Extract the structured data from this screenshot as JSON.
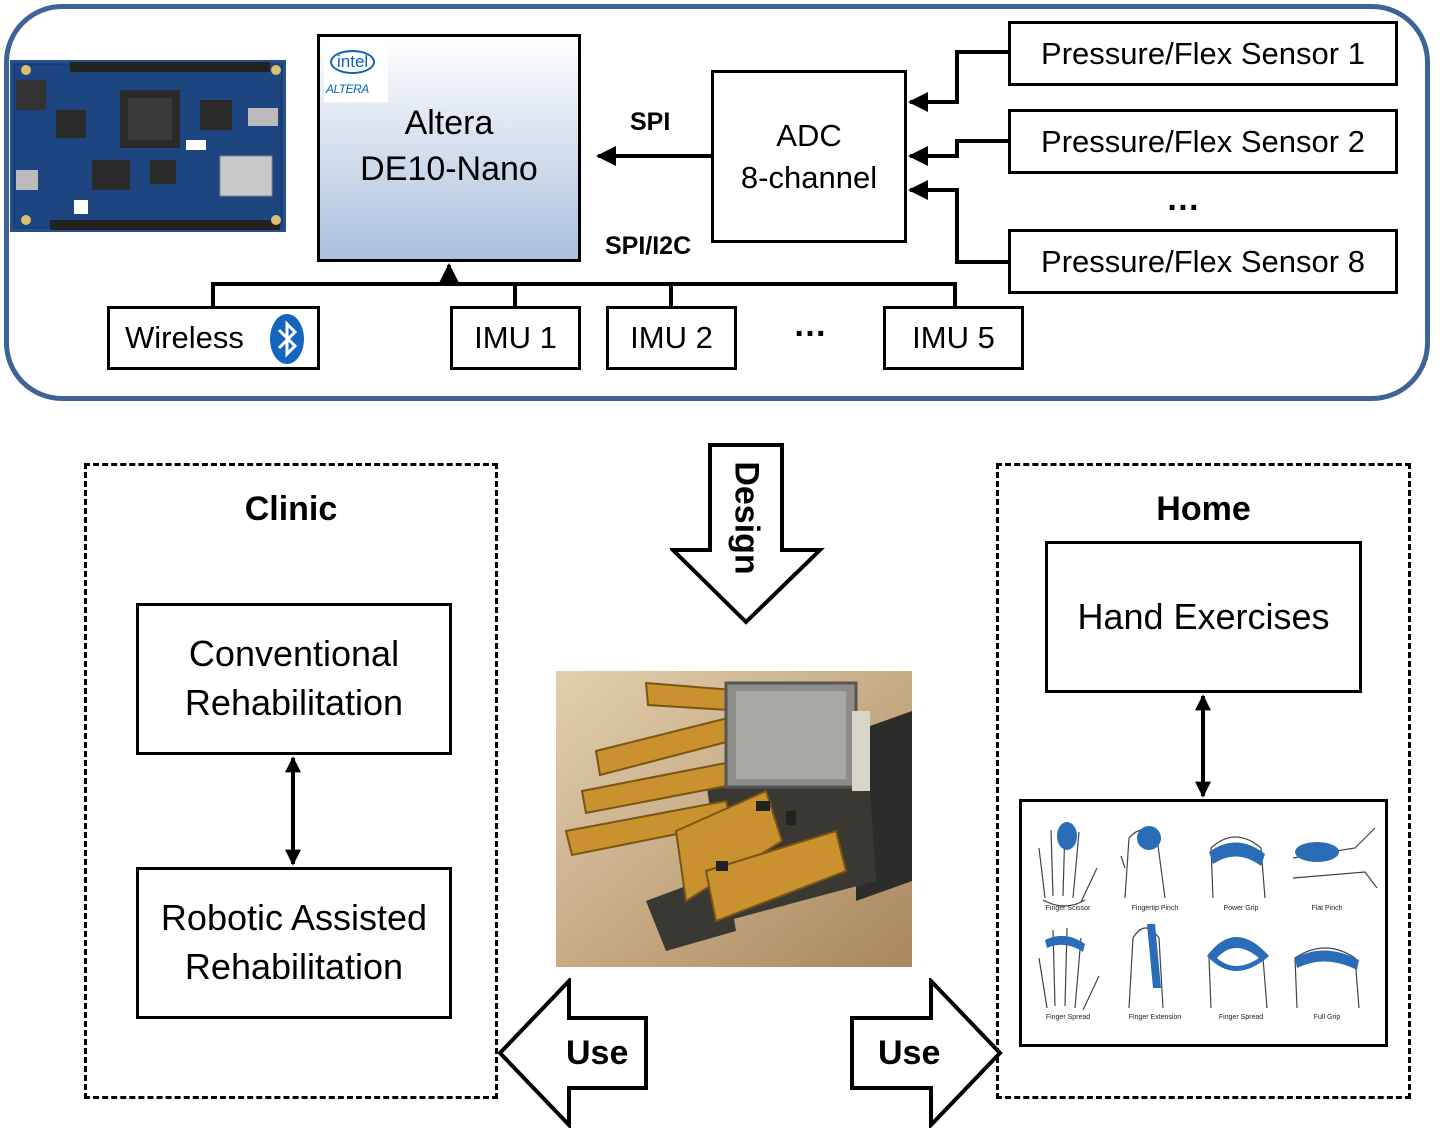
{
  "board": {
    "logo_text": "intel",
    "logo_sub": "ALTERA",
    "title_line1": "Altera",
    "title_line2": "DE10-Nano"
  },
  "adc": {
    "line1": "ADC",
    "line2": "8-channel"
  },
  "sensors": [
    "Pressure/Flex Sensor 1",
    "Pressure/Flex Sensor 2",
    "Pressure/Flex Sensor 8"
  ],
  "sensor_ellipsis": "…",
  "bus_labels": {
    "spi": "SPI",
    "spi_i2c": "SPI/I2C"
  },
  "peripherals": {
    "wireless": "Wireless",
    "imus": [
      "IMU 1",
      "IMU 2",
      "IMU 5"
    ],
    "ellipsis": "…"
  },
  "design_label": "Design",
  "clinic": {
    "title": "Clinic",
    "box1_line1": "Conventional",
    "box1_line2": "Rehabilitation",
    "box2_line1": "Robotic Assisted",
    "box2_line2": "Rehabilitation"
  },
  "home": {
    "title": "Home",
    "exercises": "Hand Exercises",
    "exercise_captions": [
      "Finger Scissor",
      "Fingertip Pinch",
      "Power Grip",
      "Flat Pinch",
      "Finger Spread",
      "Finger Extension",
      "Finger Spread",
      "Full Grip"
    ]
  },
  "use_left": "Use",
  "use_right": "Use",
  "colors": {
    "frame": "#3f6395",
    "board_grad_top": "#ffffff",
    "board_grad_bottom": "#aac0dd",
    "bluetooth": "#1565c0",
    "exercise_blue": "#2b6cb8",
    "pcb_gold": "#c9922e"
  }
}
